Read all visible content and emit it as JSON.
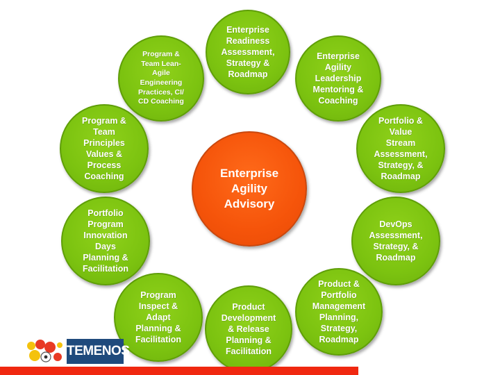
{
  "diagram": {
    "center": {
      "label": "Enterprise\nAgility\nAdvisory"
    },
    "nodes": [
      {
        "id": "readiness",
        "label": "Enterprise\nReadiness\nAssessment,\nStrategy &\nRoadmap"
      },
      {
        "id": "leadership",
        "label": "Enterprise\nAgility\nLeadership\nMentoring &\nCoaching"
      },
      {
        "id": "portfolio-value-stream",
        "label": "Portfolio &\nValue\nStream\nAssessment,\nStrategy, &\nRoadmap"
      },
      {
        "id": "devops",
        "label": "DevOps\nAssessment,\nStrategy, &\nRoadmap"
      },
      {
        "id": "product-portfolio",
        "label": "Product &\nPortfolio\nManagement\nPlanning,\nStrategy,\nRoadmap"
      },
      {
        "id": "product-development",
        "label": "Product\nDevelopment\n& Release\nPlanning &\nFacilitation"
      },
      {
        "id": "inspect-adapt",
        "label": "Program\nInspect &\nAdapt\nPlanning &\nFacilitation"
      },
      {
        "id": "innovation-days",
        "label": "Portfolio\nProgram\nInnovation\nDays\nPlanning &\nFacilitation"
      },
      {
        "id": "principles-values",
        "label": "Program &\nTeam\nPrinciples\nValues &\nProcess\nCoaching"
      },
      {
        "id": "lean-agile-engineering",
        "label": "Program &\nTeam Lean-\nAgile\nEngineering\nPractices, CI/\nCD Coaching"
      }
    ]
  },
  "logo": {
    "text": "TEMENOS",
    "mark_icon": "temenos-mark-icon"
  },
  "colors": {
    "node_green": "#7cc310",
    "center_orange": "#f5540a",
    "bottom_bar_red": "#f02810",
    "logo_blue": "#1f4a7c"
  }
}
